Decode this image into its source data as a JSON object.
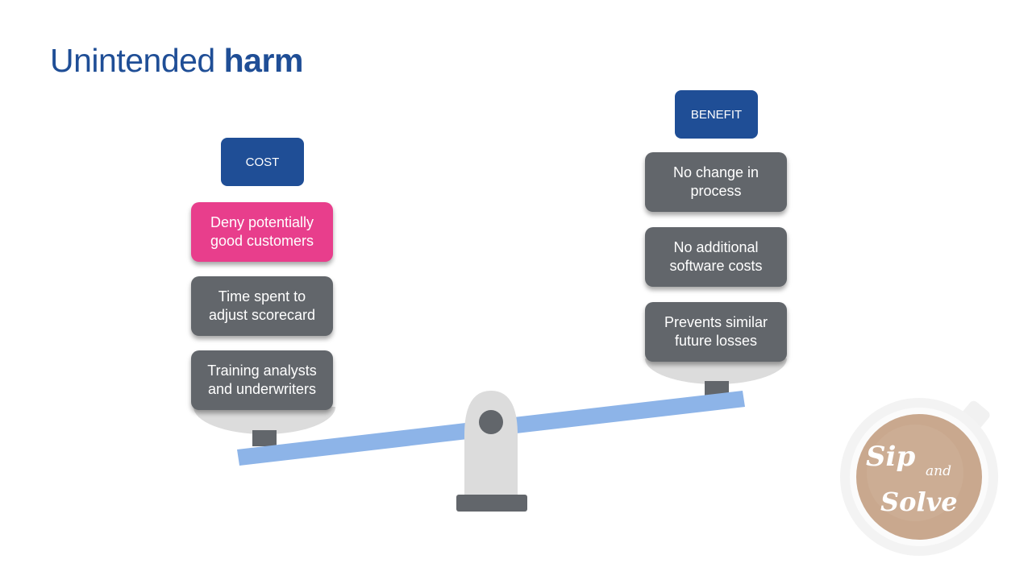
{
  "title": {
    "regular": "Unintended",
    "bold": "harm"
  },
  "cost": {
    "header": "COST",
    "items": [
      {
        "text": "Deny potentially good customers",
        "highlight": true
      },
      {
        "text": "Time spent to adjust scorecard",
        "highlight": false
      },
      {
        "text": "Training analysts and underwriters",
        "highlight": false
      }
    ]
  },
  "benefit": {
    "header": "BENEFIT",
    "items": [
      {
        "text": "No change in process"
      },
      {
        "text": "No additional software costs"
      },
      {
        "text": "Prevents similar future losses"
      }
    ]
  },
  "logo": {
    "line1": "Sip",
    "line2": "and",
    "line3": "Solve"
  },
  "colors": {
    "primary": "#1f4e96",
    "card": "#62666b",
    "highlight": "#e83e8c",
    "beam": "#8db4e8",
    "pan": "#dcdcdc"
  }
}
